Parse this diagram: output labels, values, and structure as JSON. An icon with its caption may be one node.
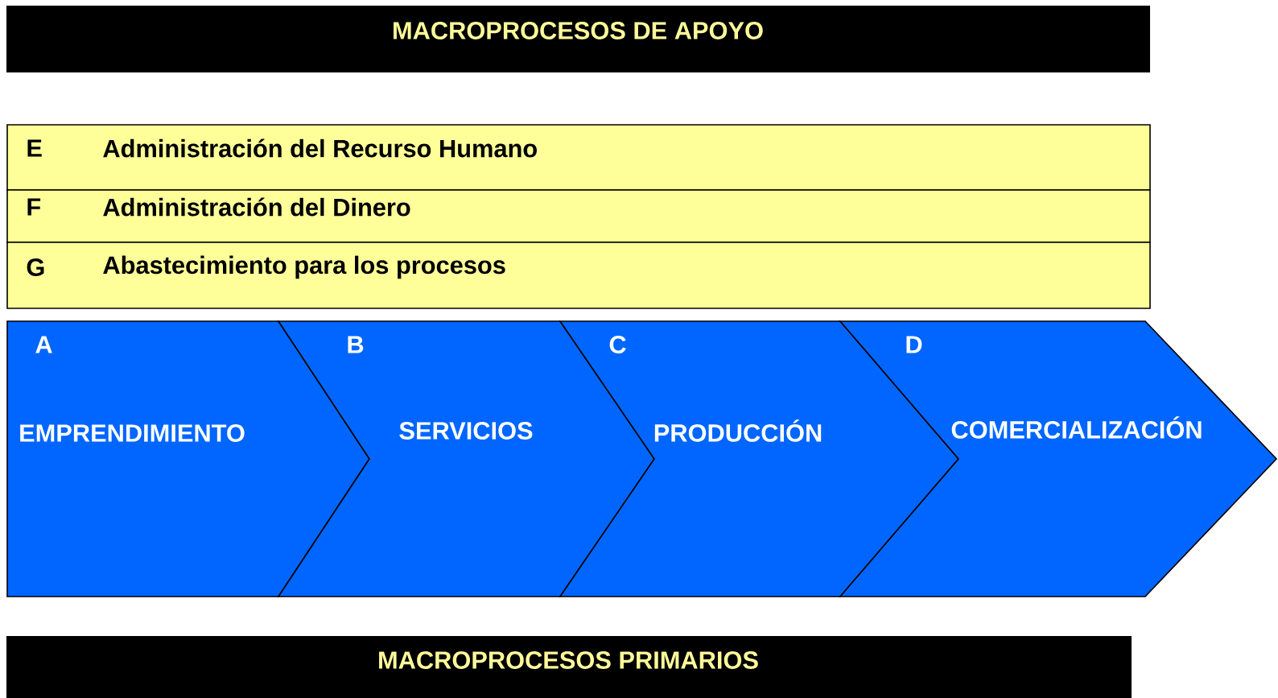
{
  "diagram": {
    "nodes": [
      {
        "text": [
          "MACROPROCESOS  DE APOYO"
        ]
      },
      {
        "text": [
          "E",
          "Administración del Recurso Humano"
        ]
      },
      {
        "text": [
          "F",
          "Administración del Dinero"
        ]
      },
      {
        "text": [
          "G",
          "Abastecimiento para los procesos"
        ]
      },
      {
        "text": [
          "A",
          "EMPRENDIMIENTO"
        ]
      },
      {
        "text": [
          "B",
          "SERVICIOS"
        ]
      },
      {
        "text": [
          "C",
          "PRODUCCIÓN"
        ]
      },
      {
        "text": [
          "D",
          "COMERCIALIZACIÓN"
        ]
      },
      {
        "text": [
          "MACROPROCESOS PRIMARIOS"
        ]
      }
    ]
  }
}
